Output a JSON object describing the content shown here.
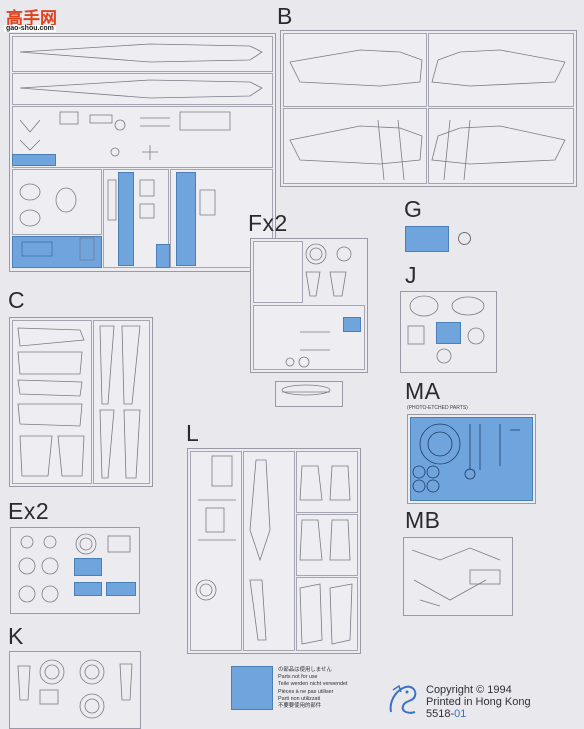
{
  "watermark": {
    "title": "高手网",
    "url": "gao-shou.com"
  },
  "sprue_labels": {
    "b": "B",
    "c": "C",
    "ex2": "Ex2",
    "k": "K",
    "fx2": "Fx2",
    "g": "G",
    "j": "J",
    "ma": "MA",
    "ma_sub": "(PHOTO-ETCHED PARTS)",
    "mb": "MB",
    "l": "L"
  },
  "legend": {
    "lines": [
      "の部品は使用しません",
      "Parts not for use",
      "Teile werden nicht verwendet",
      "Pièces à ne pas utiliser",
      "Parti non utilizzati",
      "不要要使用的部件"
    ]
  },
  "copyright": {
    "line1": "Copyright © 1994",
    "line2": "Printed in Hong Kong",
    "code_main": "5518-",
    "code_suffix": "01"
  },
  "colors": {
    "unused_part_blue": "#6fa5dc",
    "line": "#7c7c88",
    "copyright_code": "#3a72c4",
    "watermark_red": "#e0421e"
  },
  "icons": {
    "logo": "dragon-logo-icon"
  }
}
